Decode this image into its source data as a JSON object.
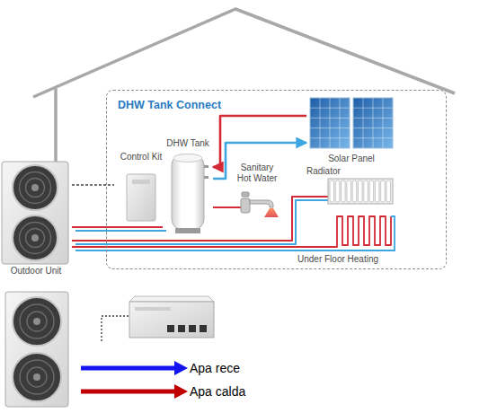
{
  "diagram": {
    "nodes": [
      {
        "text": [
          "DHW Tank Connect"
        ]
      },
      {
        "text": [
          "Solar Panel"
        ],
        "in": 0
      },
      {
        "text": [
          "Control Kit"
        ],
        "in": 0
      },
      {
        "text": [
          "DHW Tank"
        ],
        "in": 0
      },
      {
        "text": [
          "Sanitary Hot Water"
        ],
        "in": 0
      },
      {
        "text": [
          "Radiator"
        ],
        "in": 0
      },
      {
        "text": [
          "Under Floor Heating"
        ],
        "in": 0
      },
      {
        "text": [
          "Outdoor Unit"
        ]
      }
    ],
    "edges": [
      {
        "from": 7,
        "to": 2,
        "arrow": "none"
      },
      {
        "from": 7,
        "to": 3,
        "arrow": "none"
      },
      {
        "from": 7,
        "to": 5,
        "arrow": "none"
      },
      {
        "from": 7,
        "to": 6,
        "arrow": "none"
      },
      {
        "from": 3,
        "to": 4,
        "arrow": "none"
      },
      {
        "from": 1,
        "to": 3,
        "arrow": "to"
      },
      {
        "from": 3,
        "to": 1,
        "arrow": "to"
      }
    ],
    "labels": [
      "Apa rece",
      "Apa calda"
    ]
  }
}
